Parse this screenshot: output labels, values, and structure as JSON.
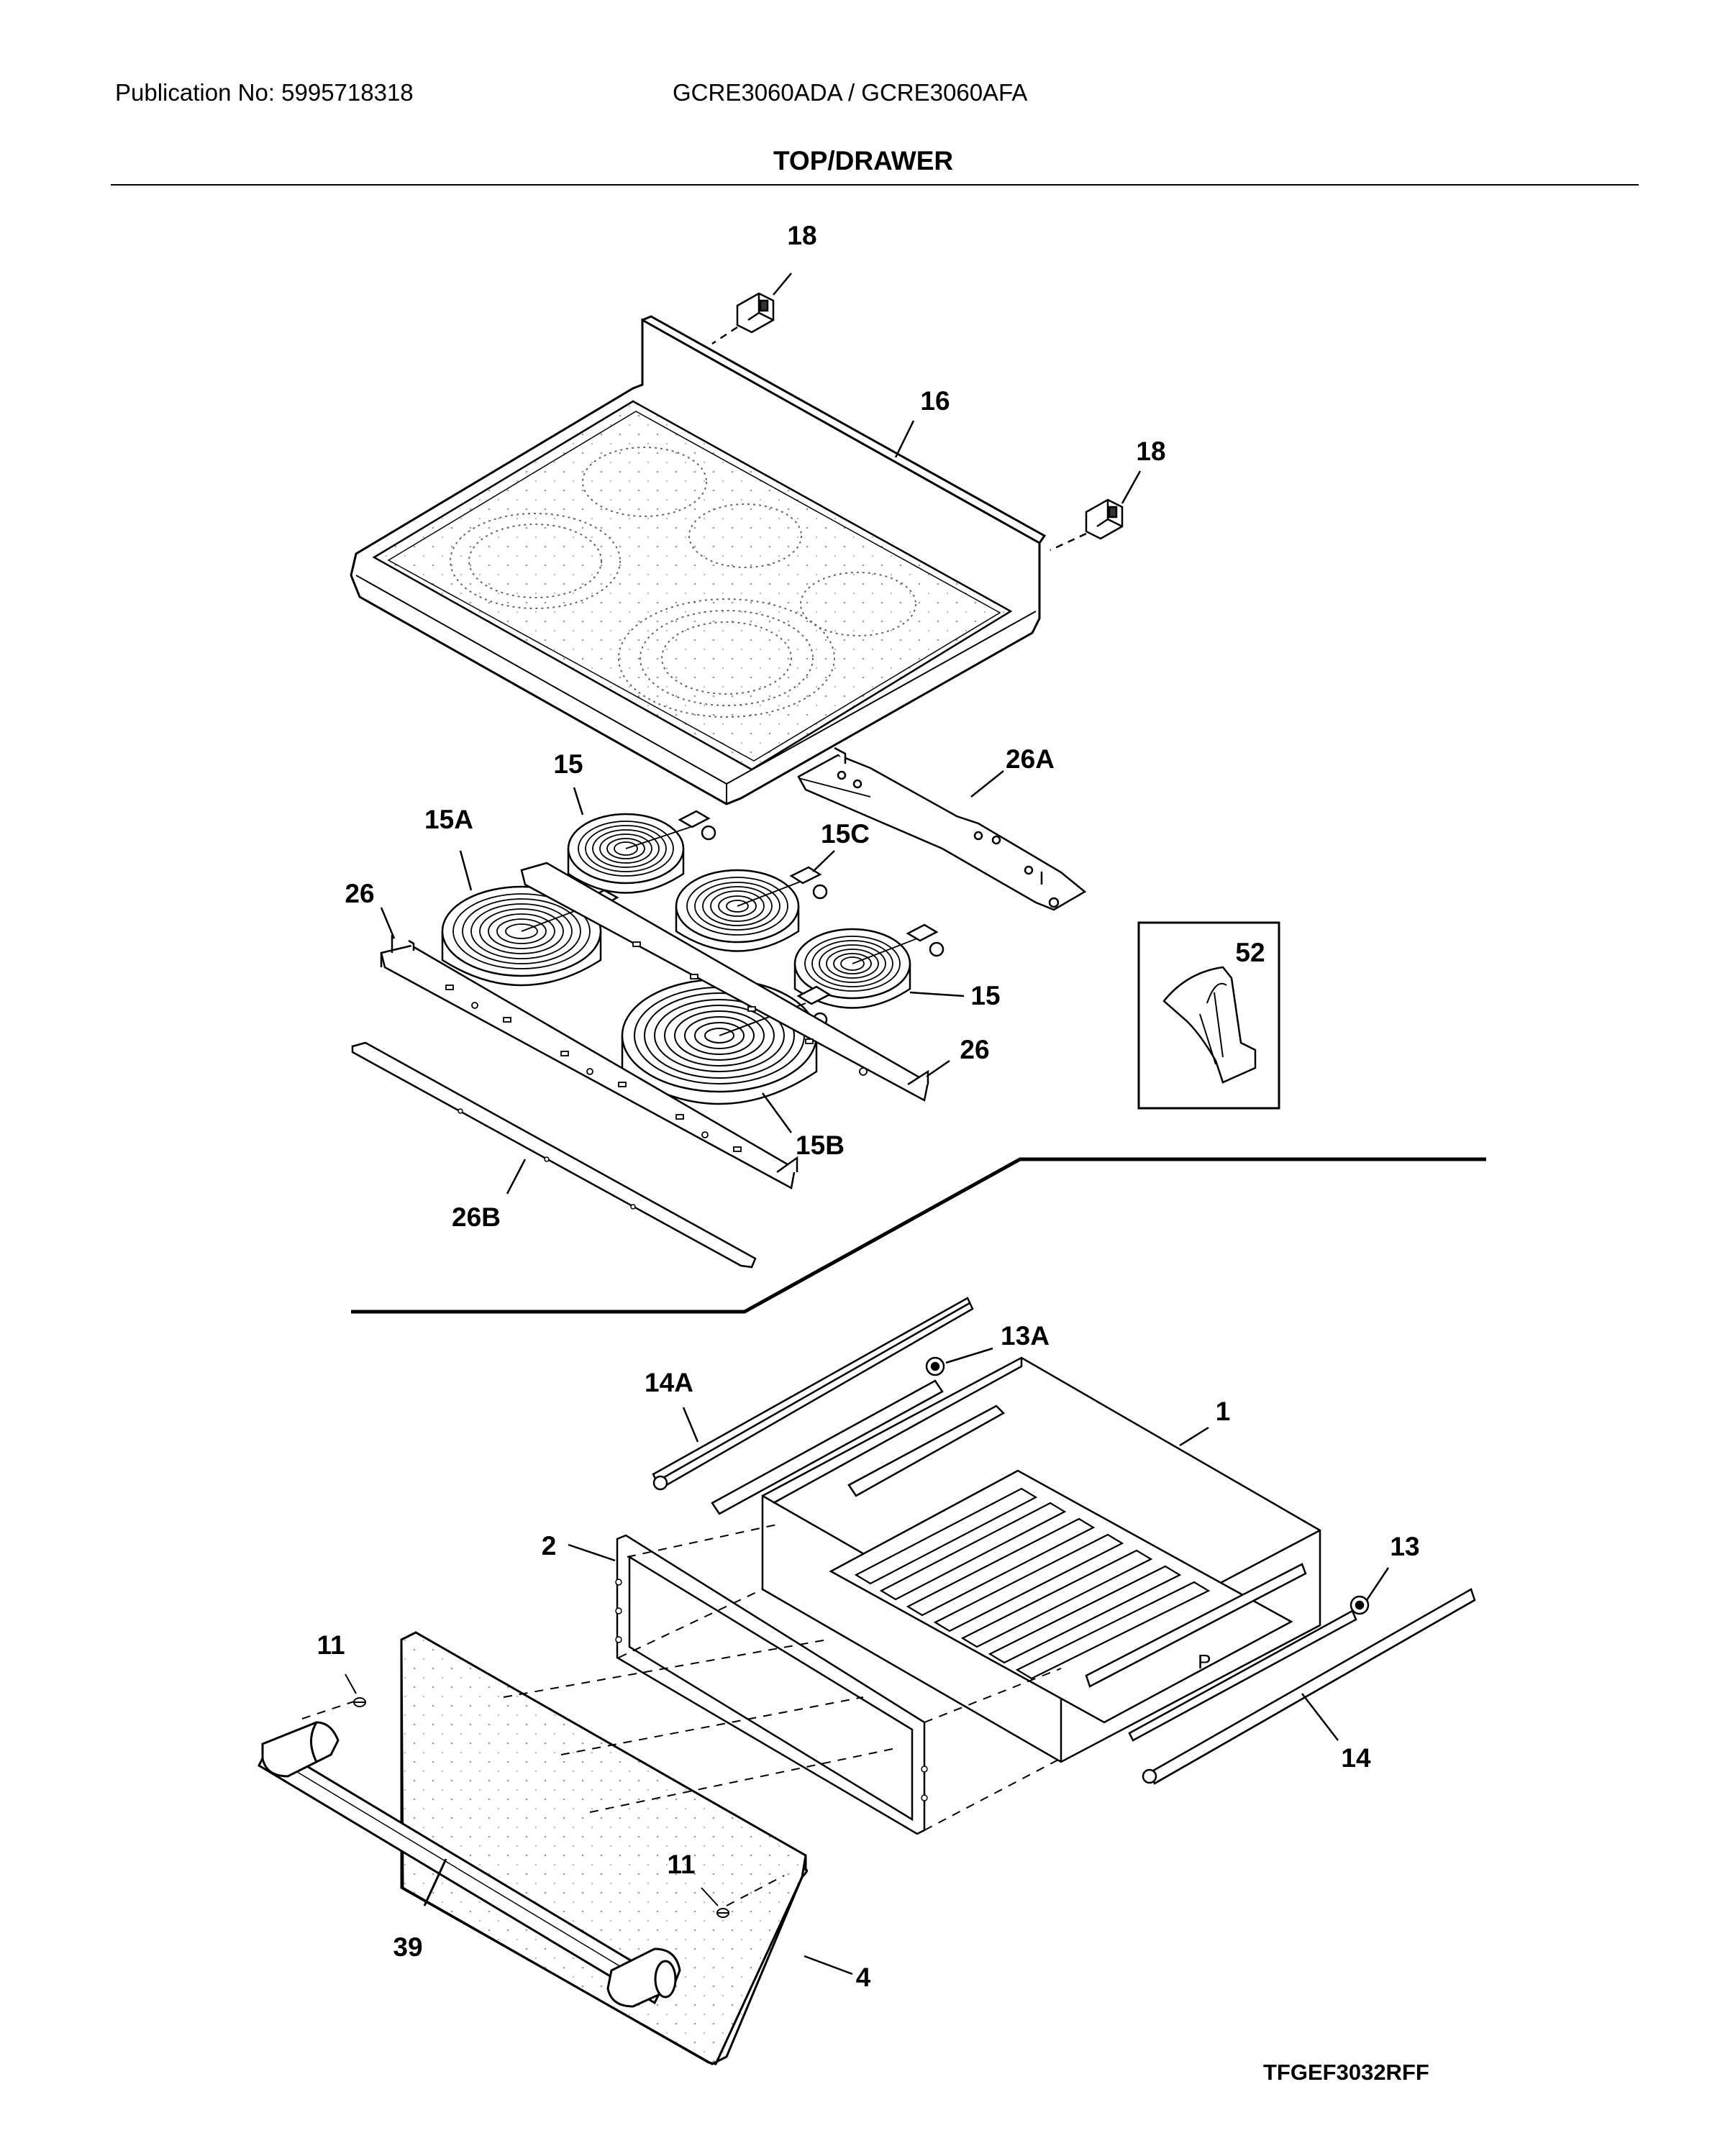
{
  "header": {
    "publication": "Publication No: 5995718318",
    "models": "GCRE3060ADA / GCRE3060AFA",
    "section_title": "TOP/DRAWER"
  },
  "footer": {
    "drawing_code": "TFGEF3032RFF"
  },
  "callouts": {
    "c18a": "18",
    "c16": "16",
    "c18b": "18",
    "c26A": "26A",
    "c15a": "15",
    "c15A": "15A",
    "c15C": "15C",
    "c26a": "26",
    "c52": "52",
    "c15b": "15",
    "c26b": "26",
    "c15B": "15B",
    "c26B": "26B",
    "c13A": "13A",
    "c14A": "14A",
    "c1": "1",
    "c2": "2",
    "c13": "13",
    "c11a": "11",
    "c14": "14",
    "c11b": "11",
    "c39": "39",
    "c4": "4"
  }
}
